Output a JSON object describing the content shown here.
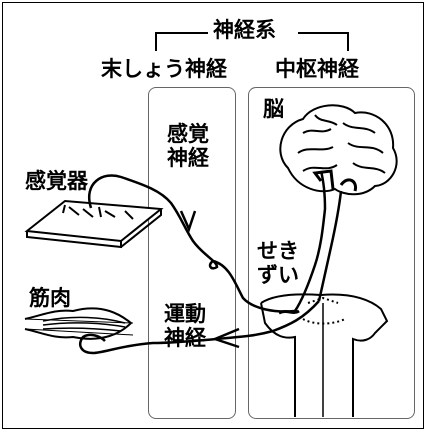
{
  "labels": {
    "nervous_system": "神経系",
    "peripheral_nerve": "末しょう神経",
    "central_nerve": "中枢神経",
    "brain": "脳",
    "sensory_organ": "感覚器",
    "sensory_nerve_line1": "感覚",
    "sensory_nerve_line2": "神経",
    "spinal_cord_line1": "せき",
    "spinal_cord_line2": "ずい",
    "muscle": "筋肉",
    "motor_nerve_line1": "運動",
    "motor_nerve_line2": "神経"
  },
  "colors": {
    "line": "#000000",
    "region_box": "#666666"
  }
}
